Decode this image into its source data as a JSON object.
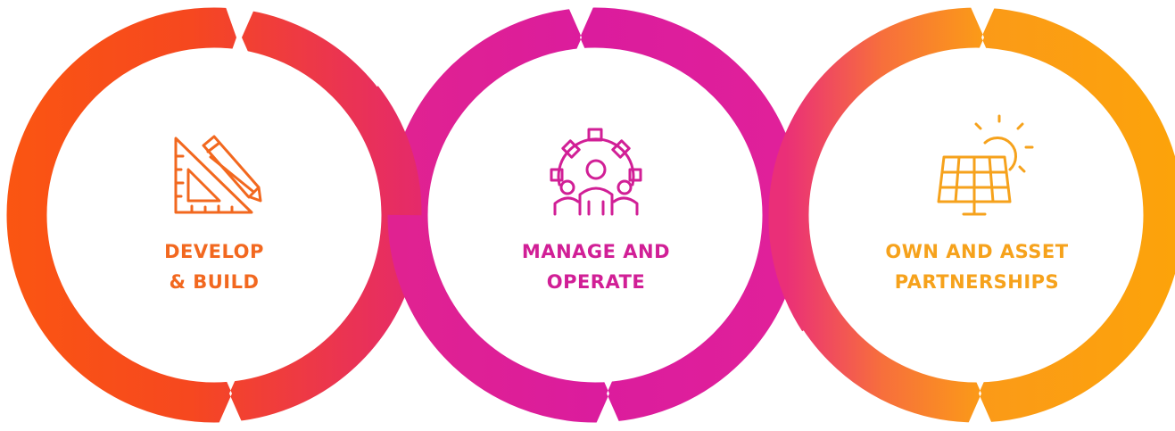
{
  "colors": {
    "orange": "#fb5711",
    "pink": "#df1e9b",
    "red_pink": "#ec3660",
    "amber": "#fba20a",
    "develop_text": "#f2681f",
    "manage_text": "#d11f96",
    "own_text": "#f6a21c"
  },
  "stages": [
    {
      "icon": "ruler-pencil-icon",
      "line1": "DEVELOP",
      "line2": "& BUILD"
    },
    {
      "icon": "gear-team-icon",
      "line1": "MANAGE AND",
      "line2": "OPERATE"
    },
    {
      "icon": "solar-panel-sun-icon",
      "line1": "OWN AND ASSET",
      "line2": "PARTNERSHIPS"
    }
  ]
}
